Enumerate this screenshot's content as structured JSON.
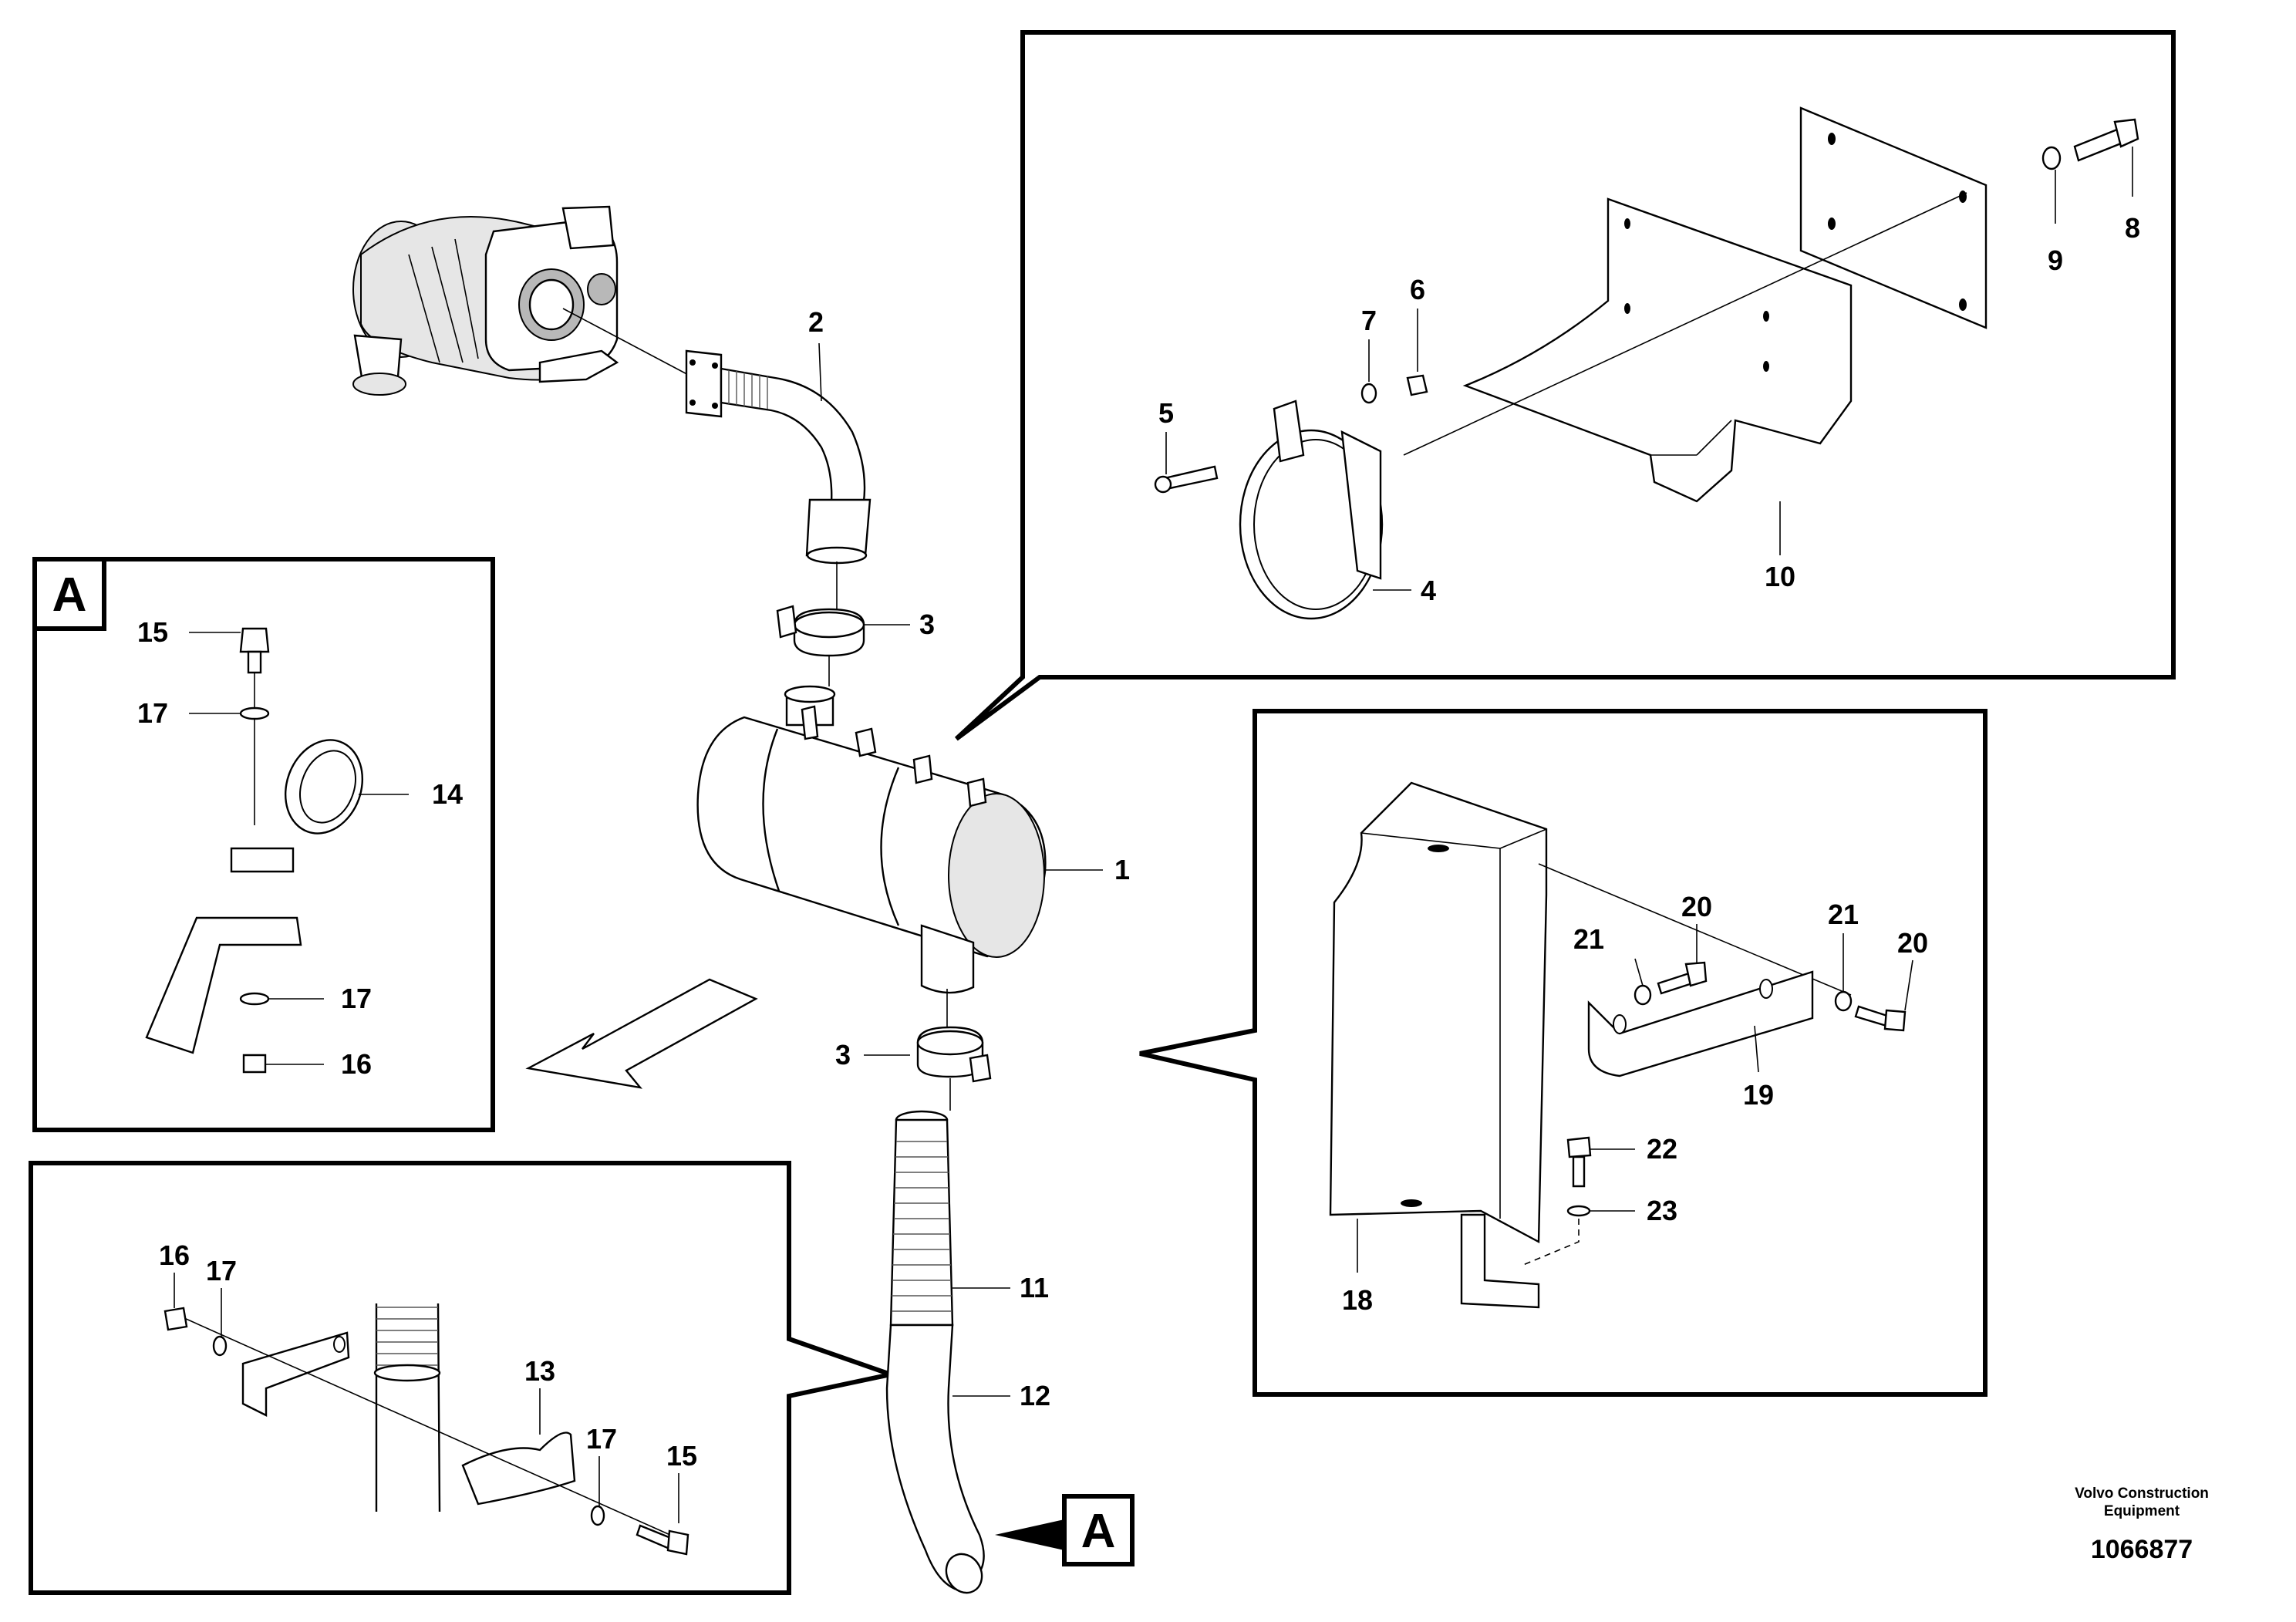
{
  "brand": {
    "line1": "Volvo Construction",
    "line2": "Equipment"
  },
  "document_number": "1066877",
  "section_marker": "A",
  "labels": {
    "p1": "1",
    "p2": "2",
    "p3_upper": "3",
    "p3_lower": "3",
    "p4": "4",
    "p5": "5",
    "p6": "6",
    "p7": "7",
    "p8": "8",
    "p9": "9",
    "p10": "10",
    "p11": "11",
    "p12": "12",
    "detailA_15": "15",
    "detailA_17_top": "17",
    "detailA_14": "14",
    "detailA_17_bottom": "17",
    "detailA_16": "16",
    "lower_16": "16",
    "lower_17_left": "17",
    "lower_13": "13",
    "lower_17_right": "17",
    "lower_15": "15",
    "right_20_left": "20",
    "right_21_left": "21",
    "right_21_right": "21",
    "right_20_right": "20",
    "right_19": "19",
    "right_22": "22",
    "right_23": "23",
    "right_18": "18"
  }
}
